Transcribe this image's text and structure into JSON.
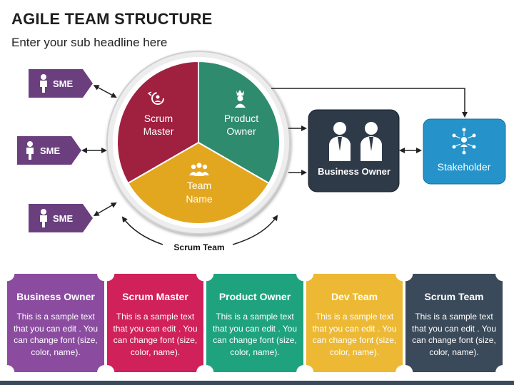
{
  "header": {
    "title": "AGILE TEAM STRUCTURE",
    "subtitle": "Enter your sub headline here"
  },
  "sme_tags": [
    {
      "label": "SME"
    },
    {
      "label": "SME"
    },
    {
      "label": "SME"
    }
  ],
  "circle": {
    "segments": [
      {
        "label_line1": "Scrum",
        "label_line2": "Master",
        "color": "#A0203F"
      },
      {
        "label_line1": "Product",
        "label_line2": "Owner",
        "color": "#2E8B6E"
      },
      {
        "label_line1": "Team",
        "label_line2": "Name",
        "color": "#E3A71F"
      }
    ],
    "caption": "Scrum Team"
  },
  "business_owner": {
    "label": "Business Owner",
    "color": "#2E3A48"
  },
  "stakeholder": {
    "label": "Stakeholder",
    "color": "#2593C9"
  },
  "cards": [
    {
      "title": "Business Owner",
      "text": "This is a sample text that you can edit . You can change font (size, color, name).",
      "color": "#8B4CA0"
    },
    {
      "title": "Scrum Master",
      "text": "This is a sample text that you can edit . You can change font (size, color, name).",
      "color": "#D0215A"
    },
    {
      "title": "Product Owner",
      "text": "This is a sample text that you can edit . You can change font (size, color, name).",
      "color": "#1FA37F"
    },
    {
      "title": "Dev Team",
      "text": "This is a sample text that you can edit . You can change font (size, color, name).",
      "color": "#EDB934"
    },
    {
      "title": "Scrum Team",
      "text": "This is a sample text that you can edit . You can change font (size, color, name).",
      "color": "#3B4A5A"
    }
  ]
}
